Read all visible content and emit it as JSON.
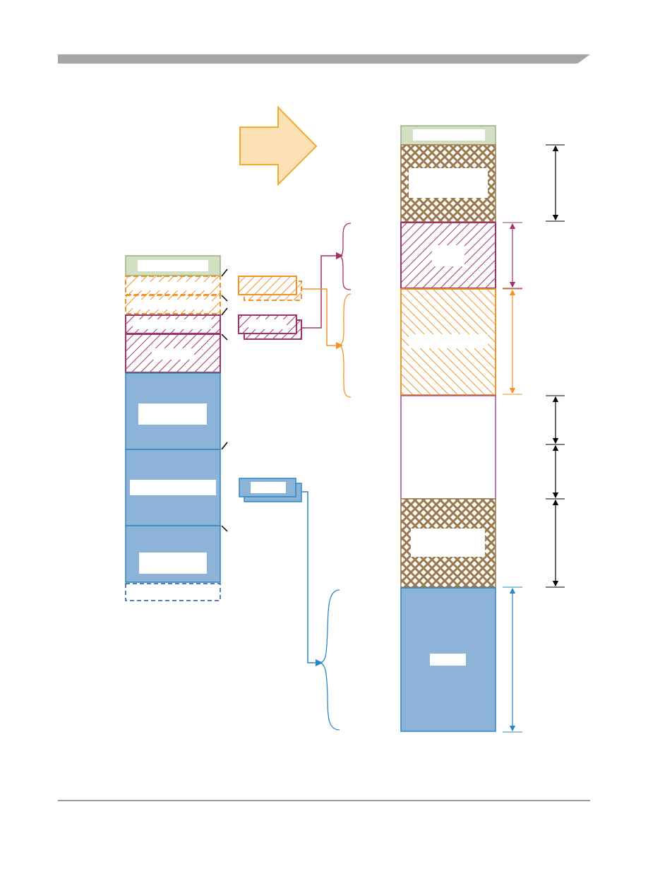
{
  "header": {
    "bar_color": "#a6a6a6"
  },
  "footer": {
    "rule_color": "#333333"
  },
  "colors": {
    "green_header_fill": "#d3dfc3",
    "green_header_stroke": "#9bb07e",
    "orange": "#f0932b",
    "orange_arrow_fill": "#fde0b3",
    "orange_arrow_stroke": "#f0ad32",
    "magenta": "#a2336a",
    "brown": "#9a7a4e",
    "blue_fill": "#8db3d9",
    "blue_stroke": "#2a87c4",
    "dashed_blue": "#1f4e9a",
    "purple": "#a44a9a",
    "black": "#000000"
  },
  "left_stack": {
    "blocks": [
      {
        "kind": "green-header",
        "label": ""
      },
      {
        "kind": "orange-hatch",
        "label": ""
      },
      {
        "kind": "orange-hatch",
        "label": ""
      },
      {
        "kind": "magenta-hatch",
        "label": ""
      },
      {
        "kind": "magenta-hatch",
        "label": ""
      },
      {
        "kind": "blue-solid",
        "label": ""
      },
      {
        "kind": "blue-solid",
        "label": ""
      },
      {
        "kind": "blue-solid",
        "label": ""
      },
      {
        "kind": "dashed-outline",
        "label": ""
      }
    ]
  },
  "middle_groups": [
    {
      "kind": "orange-hatch-pair",
      "label": ""
    },
    {
      "kind": "magenta-hatch-pair",
      "label": ""
    },
    {
      "kind": "blue-solid-pair",
      "label": ""
    }
  ],
  "right_stack": {
    "blocks": [
      {
        "kind": "green-header",
        "label": ""
      },
      {
        "kind": "brown-crosshatch",
        "label": ""
      },
      {
        "kind": "magenta-hatch",
        "label": ""
      },
      {
        "kind": "orange-hatch",
        "label": ""
      },
      {
        "kind": "purple-outline",
        "label": ""
      },
      {
        "kind": "brown-crosshatch",
        "label": ""
      },
      {
        "kind": "blue-solid",
        "label": ""
      }
    ]
  },
  "dimension_labels": {
    "top_black": "",
    "magenta": "",
    "orange": "",
    "black_a": "",
    "black_b": "",
    "black_c": "",
    "blue": ""
  }
}
